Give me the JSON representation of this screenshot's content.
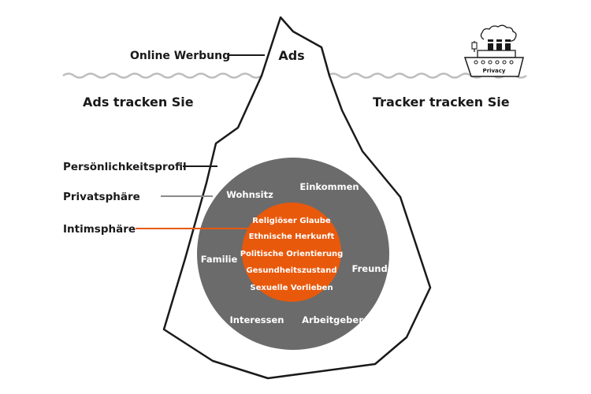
{
  "tip": {
    "label": "Ads",
    "pointer": "Online Werbung"
  },
  "left_heading": "Ads tracken Sie",
  "right_heading": "Tracker tracken Sie",
  "ship": {
    "label": "Privacy"
  },
  "levels": {
    "profile": "Persönlichkeitsprofil",
    "private": "Privatsphäre",
    "intimate": "Intimsphäre"
  },
  "private_sphere": {
    "items": [
      "Wohnsitz",
      "Einkommen",
      "Familie",
      "Freunde",
      "Interessen",
      "Arbeitgeber"
    ]
  },
  "intimate_sphere": {
    "items": [
      "Religiöser Glaube",
      "Ethnische Herkunft",
      "Politische Orientierung",
      "Gesundheitszustand",
      "Sexuelle Vorlieben"
    ]
  },
  "colors": {
    "line": "#1a1a1a",
    "water": "#bdbdbd",
    "private_circle": "#6b6b6b",
    "intimate_circle": "#e8590c",
    "private_connector": "#8a8a8a",
    "circle_text": "#ffffff"
  }
}
